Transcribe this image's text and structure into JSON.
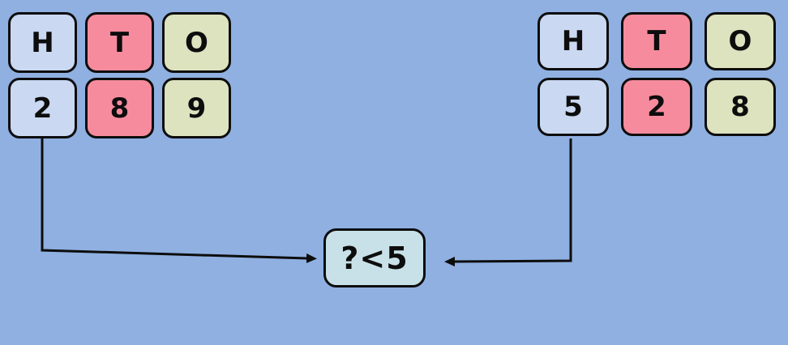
{
  "colors": {
    "background": "#8FB0E1",
    "hundreds": "#CAD8F1",
    "tens": "#F78B9E",
    "ones": "#DCE3BE",
    "result": "#C8E1E8",
    "ink": "#0D0D0D"
  },
  "left_group": {
    "headers": [
      "H",
      "T",
      "O"
    ],
    "digits": [
      "2",
      "8",
      "9"
    ]
  },
  "right_group": {
    "headers": [
      "H",
      "T",
      "O"
    ],
    "digits": [
      "5",
      "2",
      "8"
    ]
  },
  "comparison": {
    "label": "?<5"
  }
}
